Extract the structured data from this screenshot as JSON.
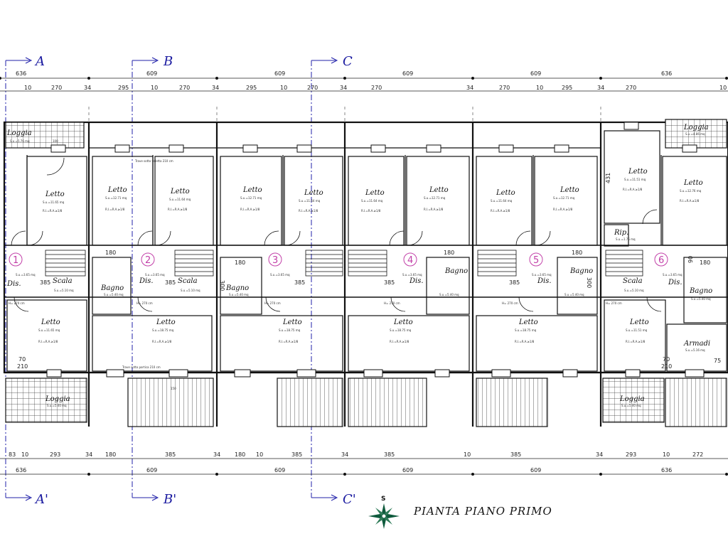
{
  "title": "PIANTA PIANO PRIMO",
  "north_label": "S",
  "sections": [
    {
      "label": "A",
      "label_bottom": "A'"
    },
    {
      "label": "B",
      "label_bottom": "B'"
    },
    {
      "label": "C",
      "label_bottom": "C'"
    }
  ],
  "dim_top_overall": [
    "636",
    "609",
    "609",
    "609",
    "609",
    "636"
  ],
  "dim_top_detail": [
    "10",
    "270",
    "34",
    "295",
    "10",
    "270",
    "34",
    "295",
    "10",
    "270",
    "34",
    "270",
    "34",
    "270",
    "10",
    "295",
    "34",
    "270",
    "10"
  ],
  "dim_bottom_detail": [
    "83",
    "10",
    "293",
    "34",
    "180",
    "385",
    "34",
    "180",
    "10",
    "385",
    "34",
    "385",
    "10",
    "385",
    "34",
    "293",
    "10",
    "272"
  ],
  "dim_bottom_overall": [
    "636",
    "609",
    "609",
    "609",
    "609",
    "636"
  ],
  "units": [
    "1",
    "2",
    "3",
    "4",
    "5",
    "6"
  ],
  "rooms": {
    "letto": "Letto",
    "loggia": "Loggia",
    "bagno": "Bagno",
    "dis": "Dis.",
    "scala": "Scala",
    "rip": "Rip.",
    "armadi": "Armadi"
  },
  "notes": {
    "trave_top": "Trave sotto veletta 210 cm",
    "trave_bottom": "Trave sotto portica 210 cm",
    "h270": "H= 270 cm"
  },
  "areas": {
    "loggia_top_left": "S.u.=5.76 mq",
    "loggia_top_right": "S.u.=4.86 mq",
    "loggia_bottom": "S.u.=5.40 mq",
    "letto_a": "S.u.=11.65 mq",
    "letto_b": "S.u.=12.71 mq",
    "letto_c": "S.u.=11.64 mq",
    "letto_d": "S.u.=18.75 mq",
    "letto_e": "S.u.=11.51 mq",
    "letto_f": "S.u.=12.76 mq",
    "bagno_a": "S.u.=5.40 mq",
    "dis": "S.u.=3.65 mq",
    "scala": "S.u.=5.10 mq",
    "rip": "S.u.=1.75 mq",
    "armadi": "S.u.=5.16 mq",
    "ratio": "R.I.=R.A.≥1/8"
  },
  "door_w": "70",
  "door_h": "210",
  "win_a": "100",
  "win_b": "150",
  "misc": {
    "d180": "180",
    "d300": "300",
    "d385": "385",
    "d431": "431",
    "d75": "75",
    "d90": "90"
  }
}
